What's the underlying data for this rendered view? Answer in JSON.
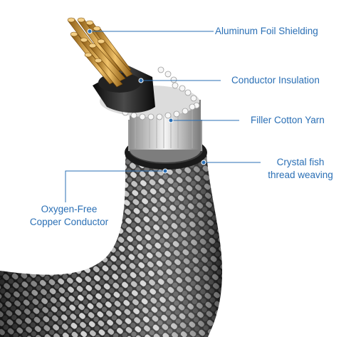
{
  "theme": {
    "label_color": "#2a6fb5",
    "leader_color": "#2a6fb5",
    "copper_color": "#c8902f",
    "braid_dark": "#2b2b2b",
    "braid_light": "#c9c9c9"
  },
  "callouts": [
    {
      "id": "aluminum-foil-shielding",
      "lines": [
        "Aluminum Foil Shielding"
      ]
    },
    {
      "id": "conductor-insulation",
      "lines": [
        "Conductor Insulation"
      ]
    },
    {
      "id": "filler-cotton-yarn",
      "lines": [
        "Filler Cotton Yarn"
      ]
    },
    {
      "id": "crystal-fish-thread-weaving",
      "lines": [
        "Crystal fish",
        "thread weaving"
      ]
    },
    {
      "id": "oxygen-free-copper-conductor",
      "lines": [
        "Oxygen-Free",
        "Copper Conductor"
      ]
    }
  ]
}
